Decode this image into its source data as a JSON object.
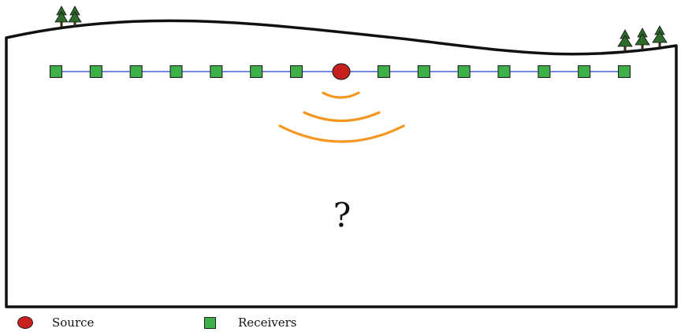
{
  "diagram": {
    "unknown_label": "?",
    "receivers_left_count": 7,
    "receivers_right_count": 7
  },
  "colors": {
    "source": "#c8201d",
    "receiver": "#3db04a",
    "line": "#2a3fd6",
    "wave": "#f5961e",
    "tree": "#2e6b2b",
    "outline": "#111111"
  },
  "icons": {
    "source": "red-circle-icon",
    "receiver": "green-square-icon",
    "tree": "pine-tree-icon"
  },
  "legend": {
    "source_label": "Source",
    "receivers_label": "Receivers"
  }
}
